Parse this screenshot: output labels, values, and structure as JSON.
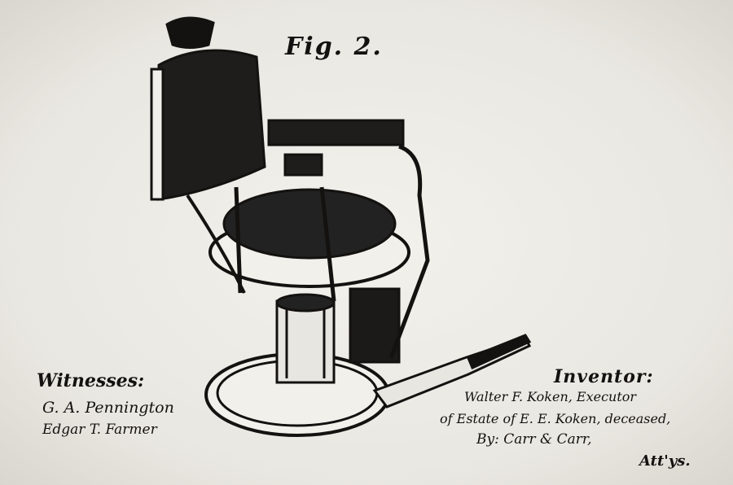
{
  "figure_label": "Fig. 2.",
  "witnesses": {
    "heading": "Witnesses:",
    "names": [
      "G. A. Pennington",
      "Edgar T. Farmer"
    ]
  },
  "inventor": {
    "heading": "Inventor:",
    "lines": [
      "Walter F. Koken, Executor",
      "of Estate of E. E. Koken, deceased,",
      "By: Carr & Carr,",
      "Att'ys."
    ]
  },
  "colors": {
    "paper": "#eceae4",
    "ink": "#141210"
  }
}
